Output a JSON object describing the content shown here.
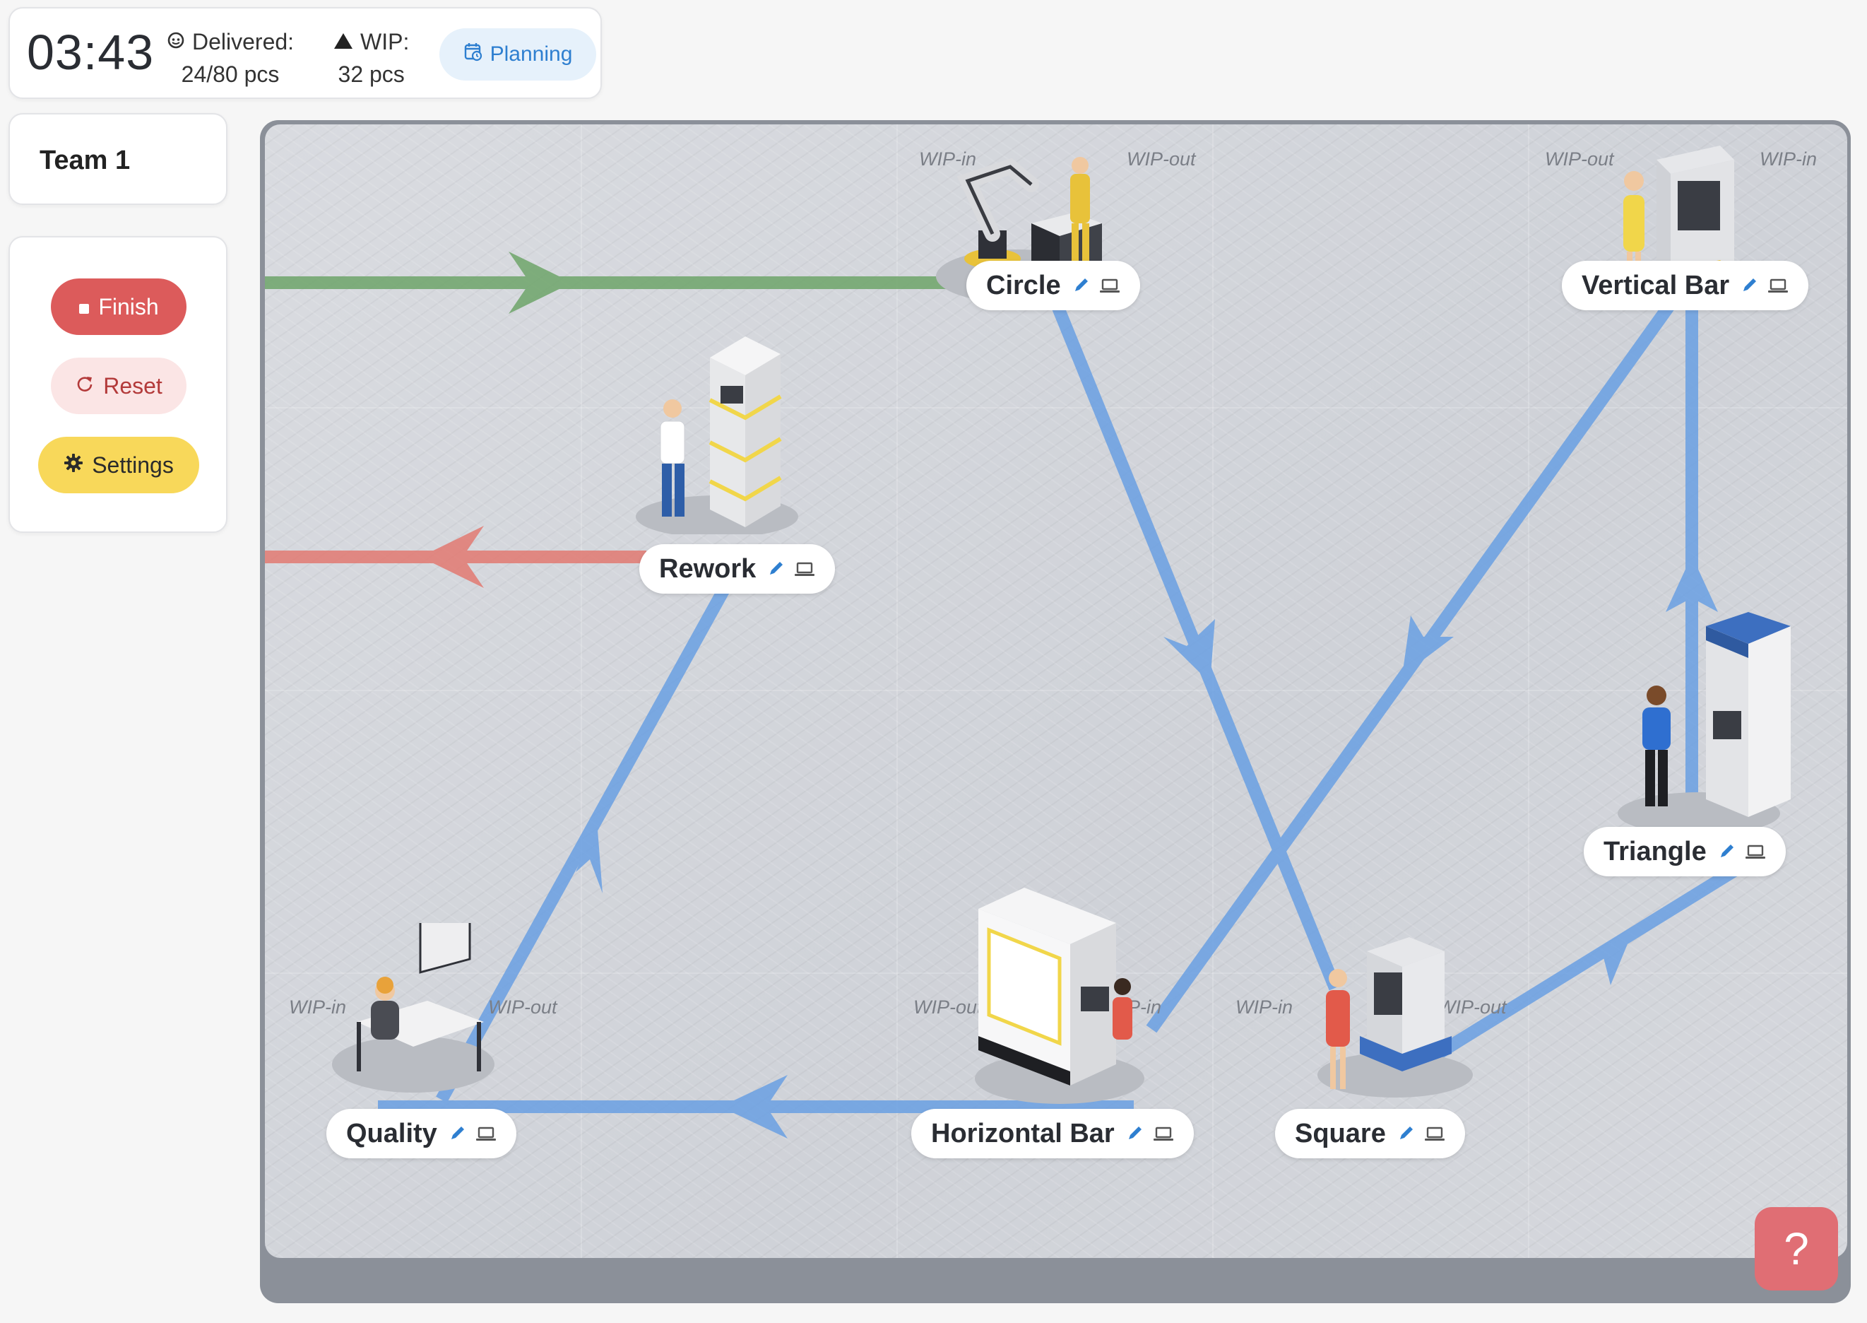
{
  "status": {
    "timer": "03:43",
    "delivered_label": "Delivered:",
    "delivered_value": "24/80 pcs",
    "wip_label": "WIP:",
    "wip_value": "32 pcs",
    "planning_label": "Planning"
  },
  "team": {
    "name": "Team 1"
  },
  "controls": {
    "finish_label": "Finish",
    "reset_label": "Reset",
    "settings_label": "Settings"
  },
  "stations": {
    "circle": {
      "name": "Circle",
      "wip_in": "WIP-in",
      "wip_out": "WIP-out"
    },
    "vertical_bar": {
      "name": "Vertical Bar",
      "wip_in": "WIP-in",
      "wip_out": "WIP-out"
    },
    "rework": {
      "name": "Rework"
    },
    "triangle": {
      "name": "Triangle"
    },
    "quality": {
      "name": "Quality",
      "wip_in": "WIP-in",
      "wip_out": "WIP-out"
    },
    "horizontal_bar": {
      "name": "Horizontal Bar",
      "wip_in": "WIP-in",
      "wip_out": "WIP-out"
    },
    "square": {
      "name": "Square",
      "wip_in": "WIP-in",
      "wip_out": "WIP-out"
    }
  },
  "help": {
    "label": "?"
  },
  "colors": {
    "finish": "#dc5b5b",
    "reset_bg": "#fbe5e5",
    "settings": "#f8d85a",
    "planning_bg": "#e6f1fb",
    "flow_blue": "#6aa0e3",
    "flow_green": "#6ea56a",
    "flow_red": "#e27a72",
    "help": "#e06e74"
  },
  "icons": {
    "delivered": "gear-face-icon",
    "wip": "triangle-icon",
    "planning": "calendar-clock-icon",
    "finish": "stop-square-icon",
    "reset": "refresh-icon",
    "settings": "gear-icon",
    "edit": "pencil-icon",
    "device": "laptop-icon"
  }
}
